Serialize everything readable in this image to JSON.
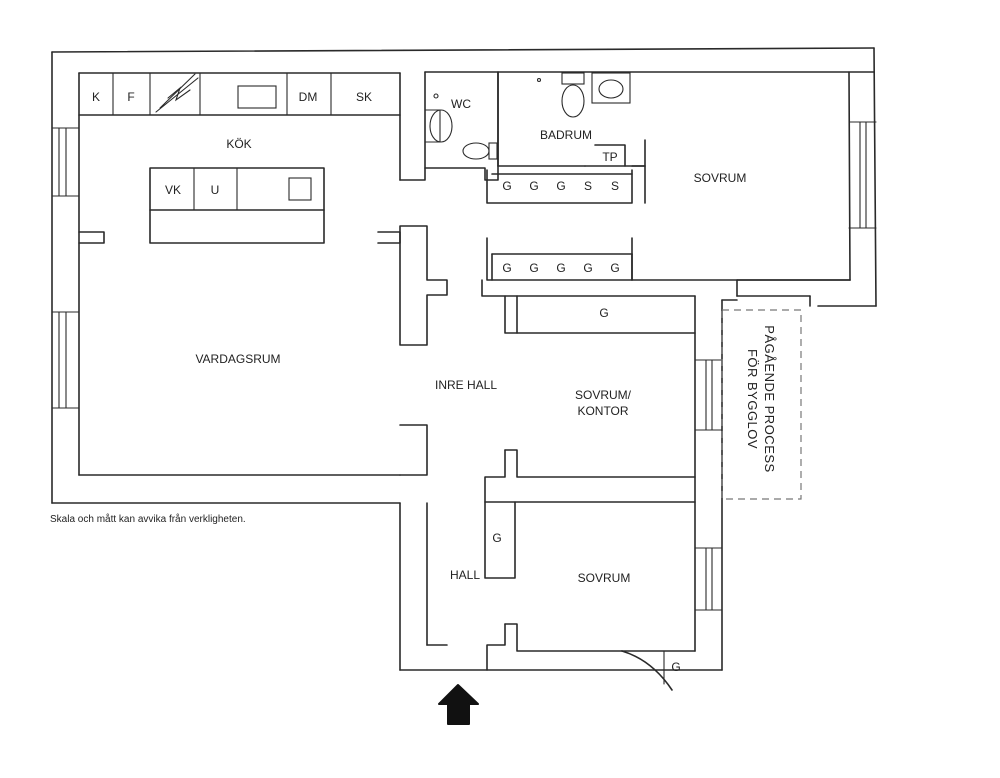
{
  "rooms": {
    "kok": "KÖK",
    "vardagsrum": "VARDAGSRUM",
    "inre_hall": "INRE HALL",
    "wc": "WC",
    "badrum": "BADRUM",
    "sovrum_1": "SOVRUM",
    "sovrum_kontor_1": "SOVRUM/",
    "sovrum_kontor_2": "KONTOR",
    "hall": "HALL",
    "sovrum_2": "SOVRUM"
  },
  "fixtures": {
    "k": "K",
    "f": "F",
    "dm": "DM",
    "sk": "SK",
    "vk": "VK",
    "u": "U",
    "tp": "TP",
    "wardrobes_upper": [
      "G",
      "G",
      "G",
      "S",
      "S"
    ],
    "wardrobes_lower": [
      "G",
      "G",
      "G",
      "G",
      "G"
    ],
    "g_mid": "G",
    "g_hall": "G",
    "g_corner": "G"
  },
  "pending": {
    "line1": "PÅGÅENDE PROCESS",
    "line2": "FÖR BYGGLOV"
  },
  "disclaimer": "Skala och mått kan avvika från verkligheten."
}
